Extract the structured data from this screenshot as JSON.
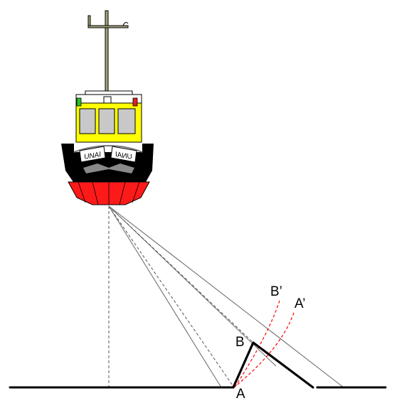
{
  "labels": {
    "b_prime": "B’",
    "a_prime": "A’",
    "b": "B",
    "a": "A"
  },
  "boat": {
    "name_left": "UNAI",
    "name_right": "UNAI"
  },
  "colors": {
    "hull_black": "#000000",
    "hull_red": "#ff1a1a",
    "cabin_yellow": "#ffff00",
    "window_gray": "#c8c8c8",
    "light_green": "#22c522",
    "light_red": "#e02020",
    "arc_red": "#ff0000",
    "mast": "#a6a27a"
  }
}
